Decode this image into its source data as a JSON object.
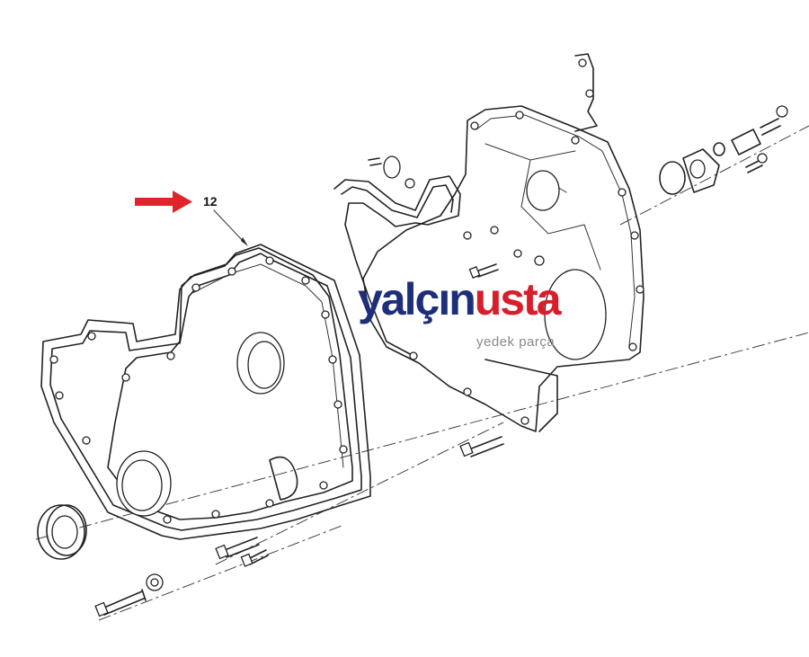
{
  "callout": {
    "label": "12",
    "arrow_color": "#e0242b"
  },
  "watermark": {
    "brand_part1": "yalçın",
    "brand_part2": "usta",
    "subtitle": "yedek parça",
    "brand_color_1": "#1d2f7a",
    "brand_color_2": "#d81e2a"
  }
}
